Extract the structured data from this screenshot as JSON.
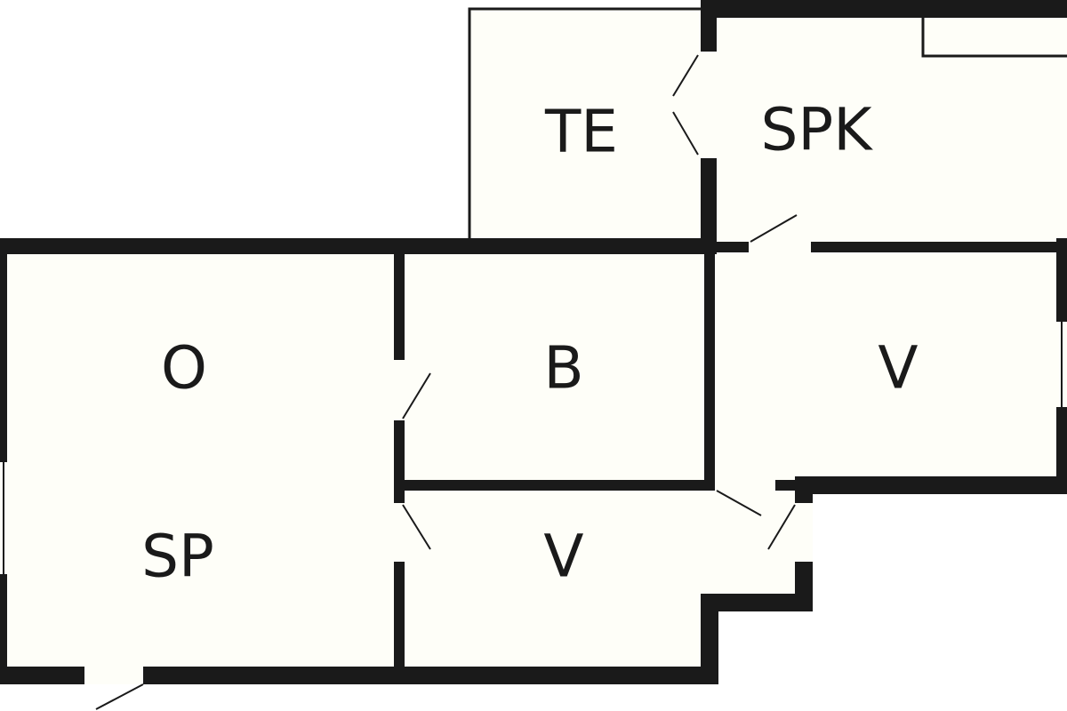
{
  "rooms": {
    "te": "TE",
    "spk": "SPK",
    "o": "O",
    "b": "B",
    "v_right": "V",
    "sp": "SP",
    "v_bottom": "V"
  },
  "colors": {
    "floor": "#fefef8",
    "wall": "#1a1a1a",
    "background": "#ffffff"
  }
}
